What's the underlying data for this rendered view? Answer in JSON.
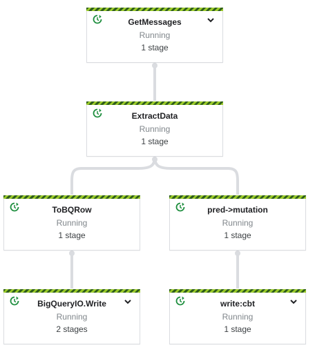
{
  "colors": {
    "stripe_light": "#9ccc2a",
    "stripe_dark": "#2e5d1c",
    "running_icon": "#1e8e3e",
    "connector": "#dadce0"
  },
  "steps": [
    {
      "name": "GetMessages",
      "status": "Running",
      "stages": "1 stage",
      "icon": "running-status-icon",
      "expandable": true
    },
    {
      "name": "ExtractData",
      "status": "Running",
      "stages": "1 stage",
      "icon": "running-status-icon",
      "expandable": false
    },
    {
      "name": "ToBQRow",
      "status": "Running",
      "stages": "1 stage",
      "icon": "running-status-icon",
      "expandable": false
    },
    {
      "name": "pred->mutation",
      "status": "Running",
      "stages": "1 stage",
      "icon": "running-status-icon",
      "expandable": false
    },
    {
      "name": "BigQueryIO.Write",
      "status": "Running",
      "stages": "2 stages",
      "icon": "running-status-icon",
      "expandable": true
    },
    {
      "name": "write:cbt",
      "status": "Running",
      "stages": "1 stage",
      "icon": "running-status-icon",
      "expandable": true
    }
  ]
}
